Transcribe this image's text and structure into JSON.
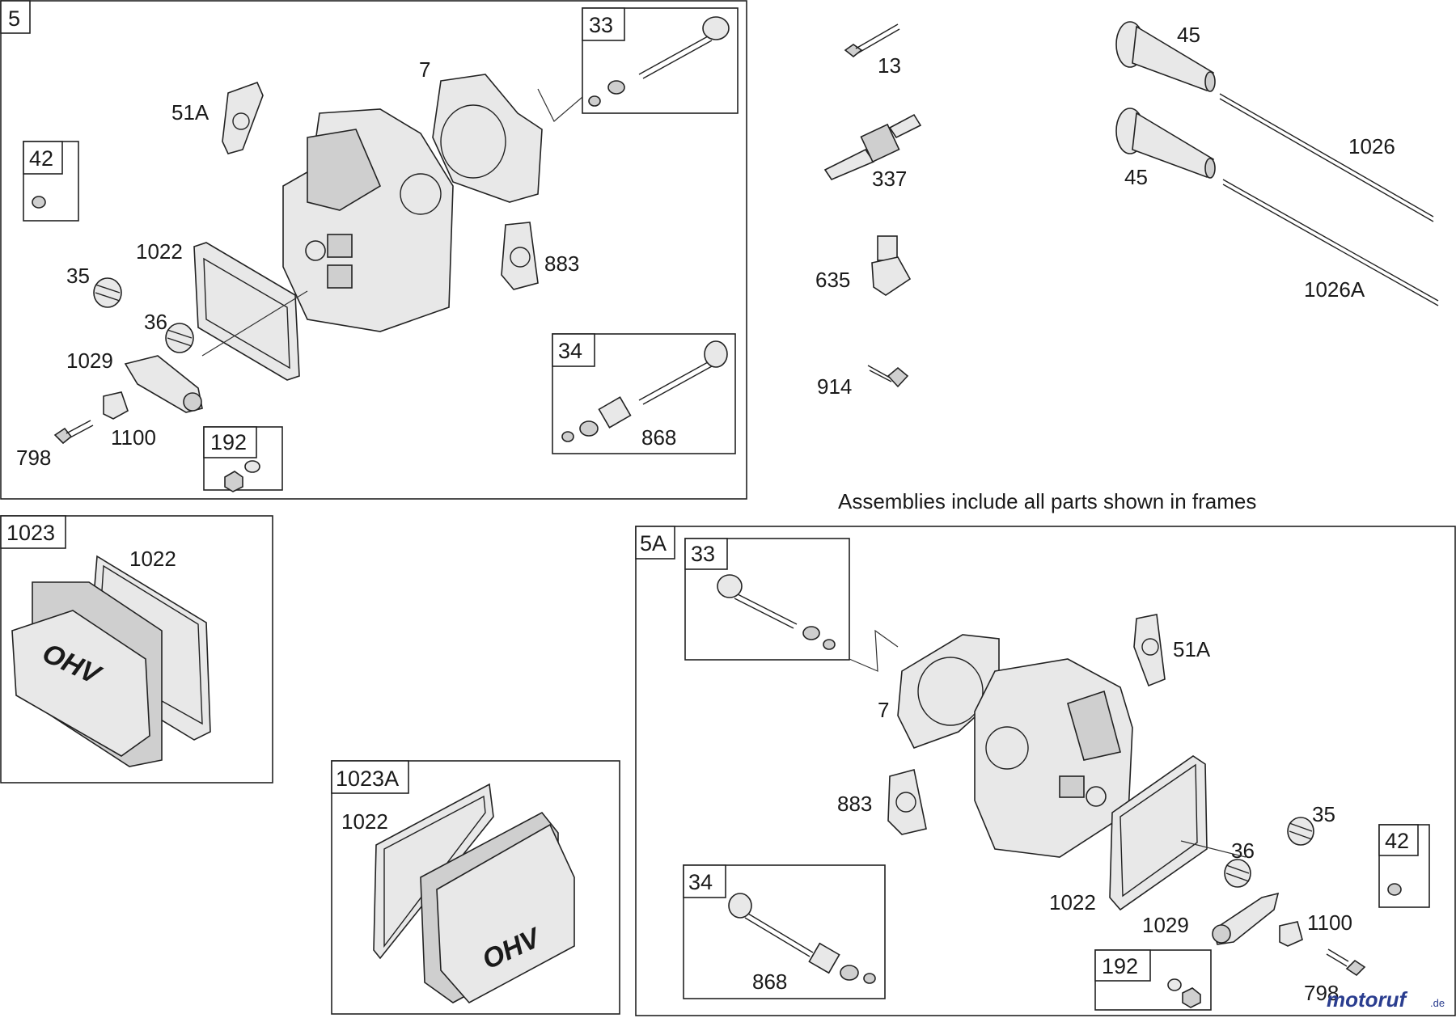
{
  "note": "Assemblies include all parts shown in frames",
  "watermark": {
    "main": "motoruf",
    "suffix": ".de"
  },
  "colors": {
    "line": "#222222",
    "metal": "#e8e8e8",
    "shade": "#cfcfcf",
    "watermark_blue": "#2a3d8f",
    "watermark_orange": "#e08a1e"
  },
  "assembly_5": {
    "tag": "5",
    "sub_33": "33",
    "sub_34": "34",
    "sub_42": "42",
    "sub_192": "192",
    "labels": {
      "p51A": "51A",
      "p7": "7",
      "p1022": "1022",
      "p35": "35",
      "p36": "36",
      "p1029": "1029",
      "p883": "883",
      "p868": "868",
      "p798": "798",
      "p1100": "1100"
    }
  },
  "loose_parts": {
    "p13": "13",
    "p337": "337",
    "p635": "635",
    "p914": "914",
    "p45a": "45",
    "p45b": "45",
    "p1026": "1026",
    "p1026A": "1026A"
  },
  "assembly_1023": {
    "tag": "1023",
    "label_1022": "1022",
    "cover_text": "OHV"
  },
  "assembly_1023A": {
    "tag": "1023A",
    "label_1022": "1022",
    "cover_text": "OHV"
  },
  "assembly_5A": {
    "tag": "5A",
    "sub_33": "33",
    "sub_34": "34",
    "sub_42": "42",
    "sub_192": "192",
    "labels": {
      "p51A": "51A",
      "p7": "7",
      "p883": "883",
      "p35": "35",
      "p36": "36",
      "p1022": "1022",
      "p1029": "1029",
      "p1100": "1100",
      "p868": "868",
      "p798": "798"
    }
  }
}
